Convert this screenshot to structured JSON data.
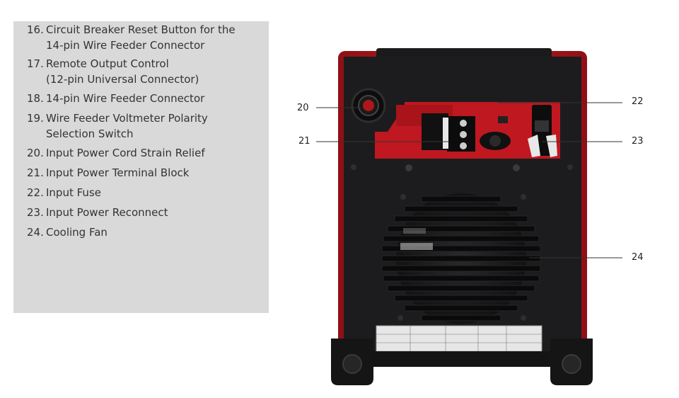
{
  "legend": {
    "items": [
      {
        "num": "16.",
        "lines": [
          "Circuit Breaker Reset Button for the",
          "14-pin Wire Feeder Connector"
        ]
      },
      {
        "num": "17.",
        "lines": [
          "Remote Output Control",
          "(12-pin Universal Connector)"
        ]
      },
      {
        "num": "18.",
        "lines": [
          "14-pin Wire Feeder Connector"
        ]
      },
      {
        "num": "19.",
        "lines": [
          "Wire Feeder Voltmeter Polarity",
          "Selection Switch"
        ]
      },
      {
        "num": "20.",
        "lines": [
          "Input Power Cord Strain Relief"
        ]
      },
      {
        "num": "21.",
        "lines": [
          "Input Power Terminal Block"
        ]
      },
      {
        "num": "22.",
        "lines": [
          "Input Fuse"
        ]
      },
      {
        "num": "23.",
        "lines": [
          "Input Power Reconnect"
        ]
      },
      {
        "num": "24.",
        "lines": [
          "Cooling Fan"
        ]
      }
    ]
  },
  "callouts": {
    "c20": "20",
    "c21": "21",
    "c22": "22",
    "c23": "23",
    "c24": "24"
  },
  "colors": {
    "panel": "#d9d9d9",
    "text": "#333333",
    "machine_red": "#b0161c",
    "machine_black": "#1c1c1e"
  }
}
